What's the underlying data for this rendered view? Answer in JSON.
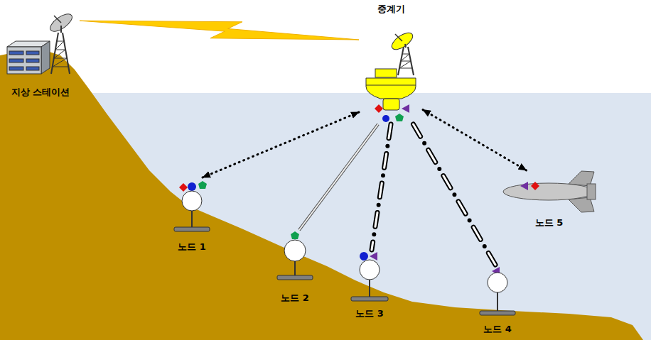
{
  "diagram": {
    "nodes": [
      {
        "text": [
          "지상 스테이션"
        ]
      },
      {
        "text": [
          "중계기"
        ]
      },
      {
        "text": [
          "노드 1"
        ]
      },
      {
        "text": [
          "노드 2"
        ]
      },
      {
        "text": [
          "노드 3"
        ]
      },
      {
        "text": [
          "노드 4"
        ]
      },
      {
        "text": [
          "노드 5"
        ]
      }
    ],
    "edges": [
      {
        "from": 0,
        "to": 1,
        "arrow": "none"
      },
      {
        "from": 1,
        "to": 2,
        "arrow": "both"
      },
      {
        "from": 1,
        "to": 3,
        "arrow": "none"
      },
      {
        "from": 1,
        "to": 4,
        "arrow": "none"
      },
      {
        "from": 1,
        "to": 5,
        "arrow": "none"
      },
      {
        "from": 1,
        "to": 6,
        "arrow": "both"
      }
    ]
  }
}
